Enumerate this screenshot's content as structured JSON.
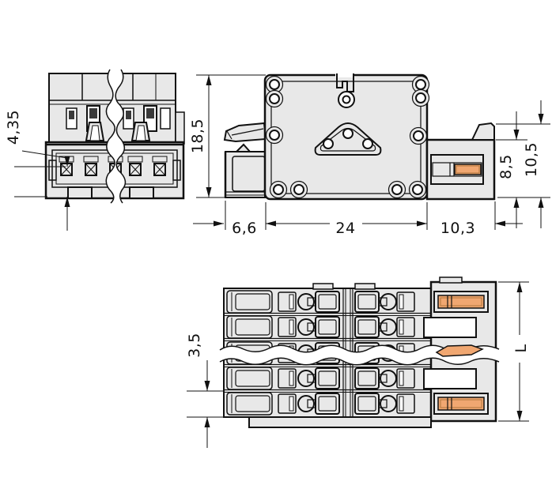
{
  "dimensions": {
    "front_contact_height": "4,35",
    "side_total_height": "18,5",
    "side_left_depth": "6,6",
    "side_flange_width": "24",
    "side_plug_depth": "10,3",
    "side_plug_height_inner": "8,5",
    "side_plug_height_outer": "10,5",
    "pole_pitch": "3,5",
    "total_length": "L"
  },
  "colors": {
    "background": "#ffffff",
    "body_fill": "#e8e8e8",
    "outline": "#111111",
    "contact_orange": "#f0a771",
    "recess_fill": "#d6d6d6"
  }
}
